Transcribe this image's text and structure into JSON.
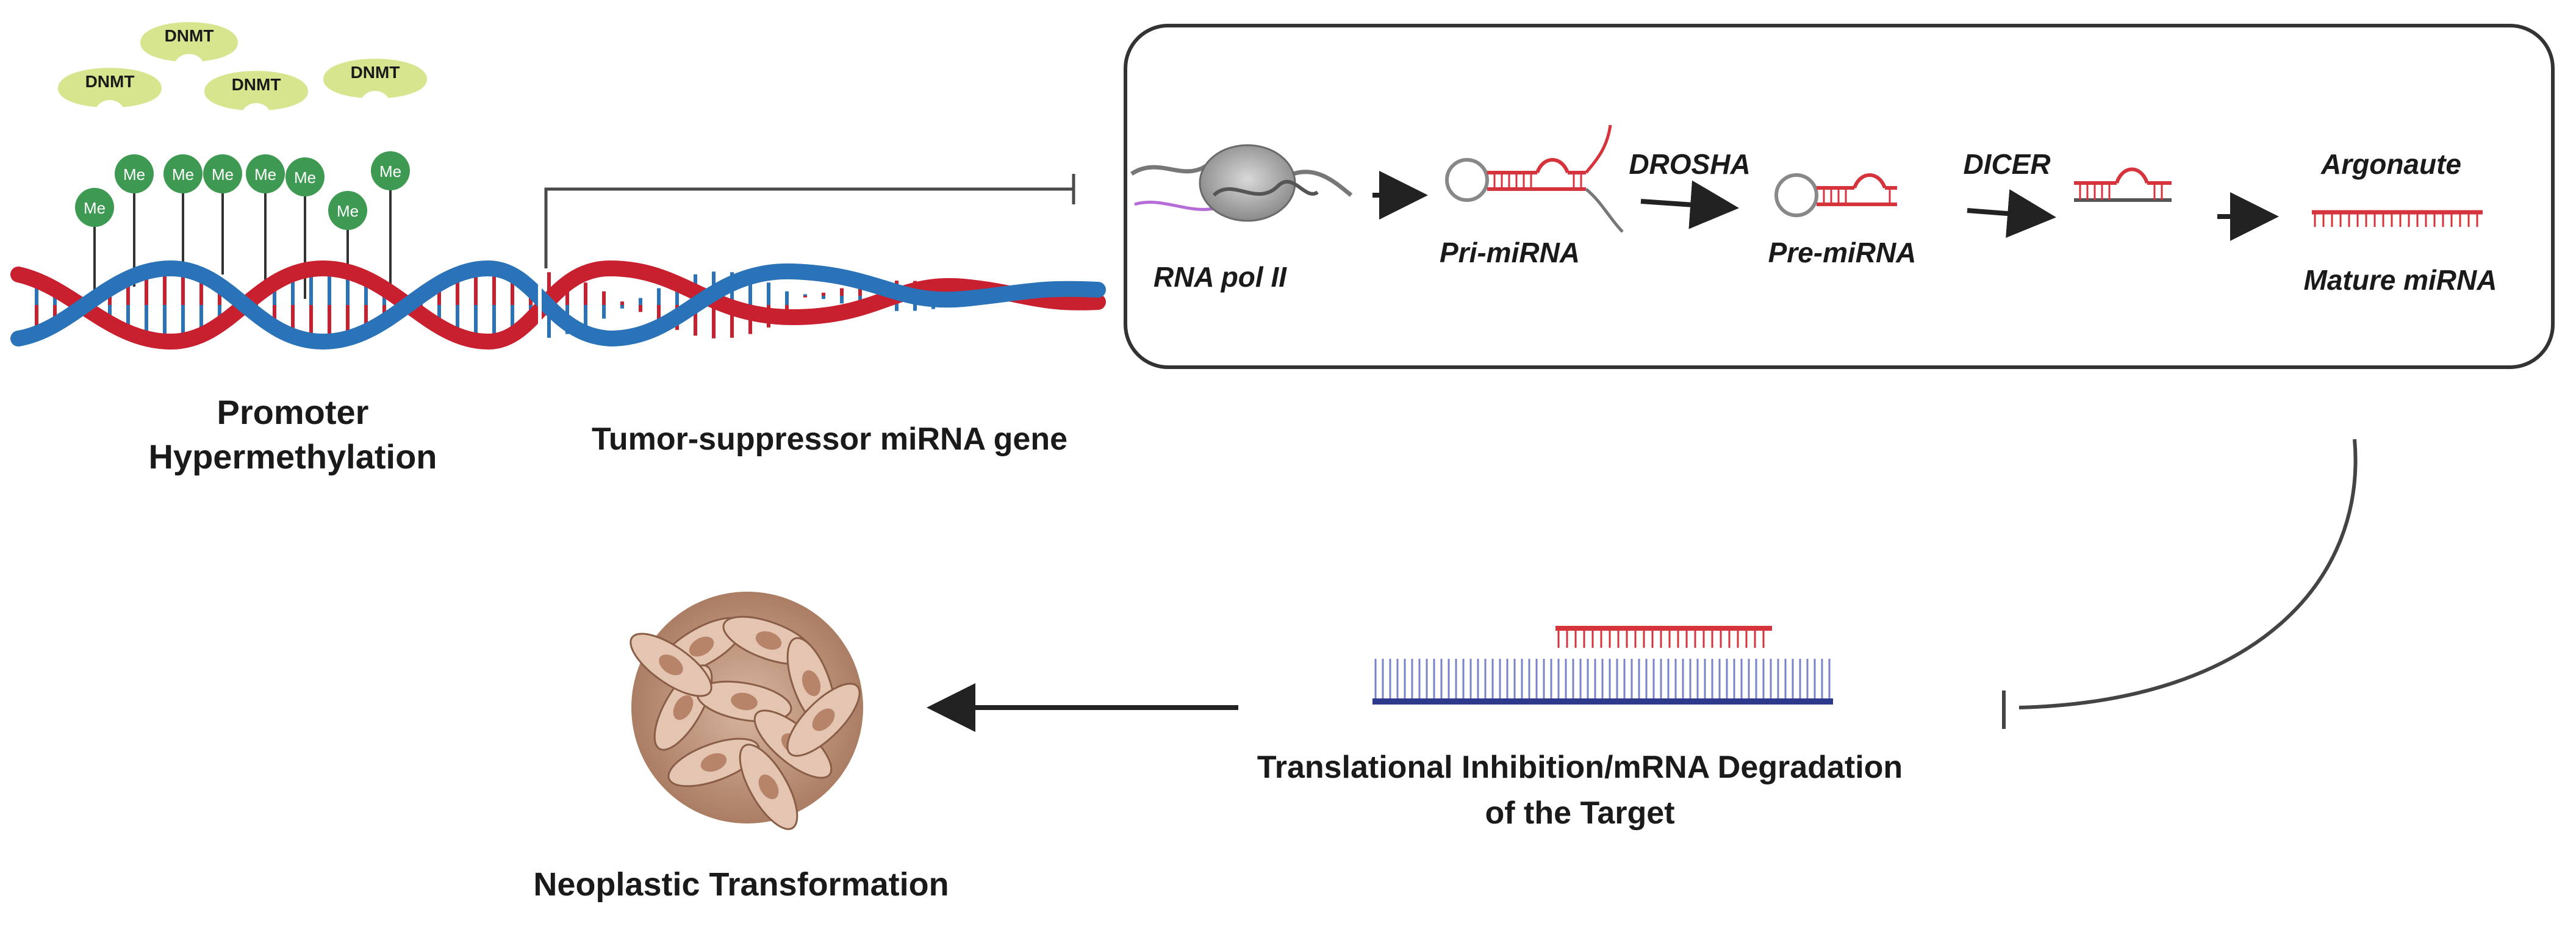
{
  "labels": {
    "promoter_line1": "Promoter",
    "promoter_line2": "Hypermethylation",
    "tumor_gene": "Tumor-suppressor miRNA gene",
    "rna_pol": "RNA pol II",
    "pri_mirna": "Pri-miRNA",
    "drosha": "DROSHA",
    "pre_mirna": "Pre-miRNA",
    "dicer": "DICER",
    "argonaute": "Argonaute",
    "mature_mirna": "Mature miRNA",
    "inhibition_line1": "Translational Inhibition/mRNA Degradation",
    "inhibition_line2": "of the Target",
    "neoplastic": "Neoplastic Transformation"
  },
  "dnmt_label": "DNMT",
  "methyl_label": "Me",
  "colors": {
    "dna_red": "#c8202f",
    "dna_blue": "#2a73b8",
    "dnmt_fill": "#d8e58f",
    "methyl_fill": "#3e9a52",
    "mirna_red": "#d6343c",
    "mrna_blue": "#2d3a8c",
    "cell_brown": "#c99b82"
  }
}
